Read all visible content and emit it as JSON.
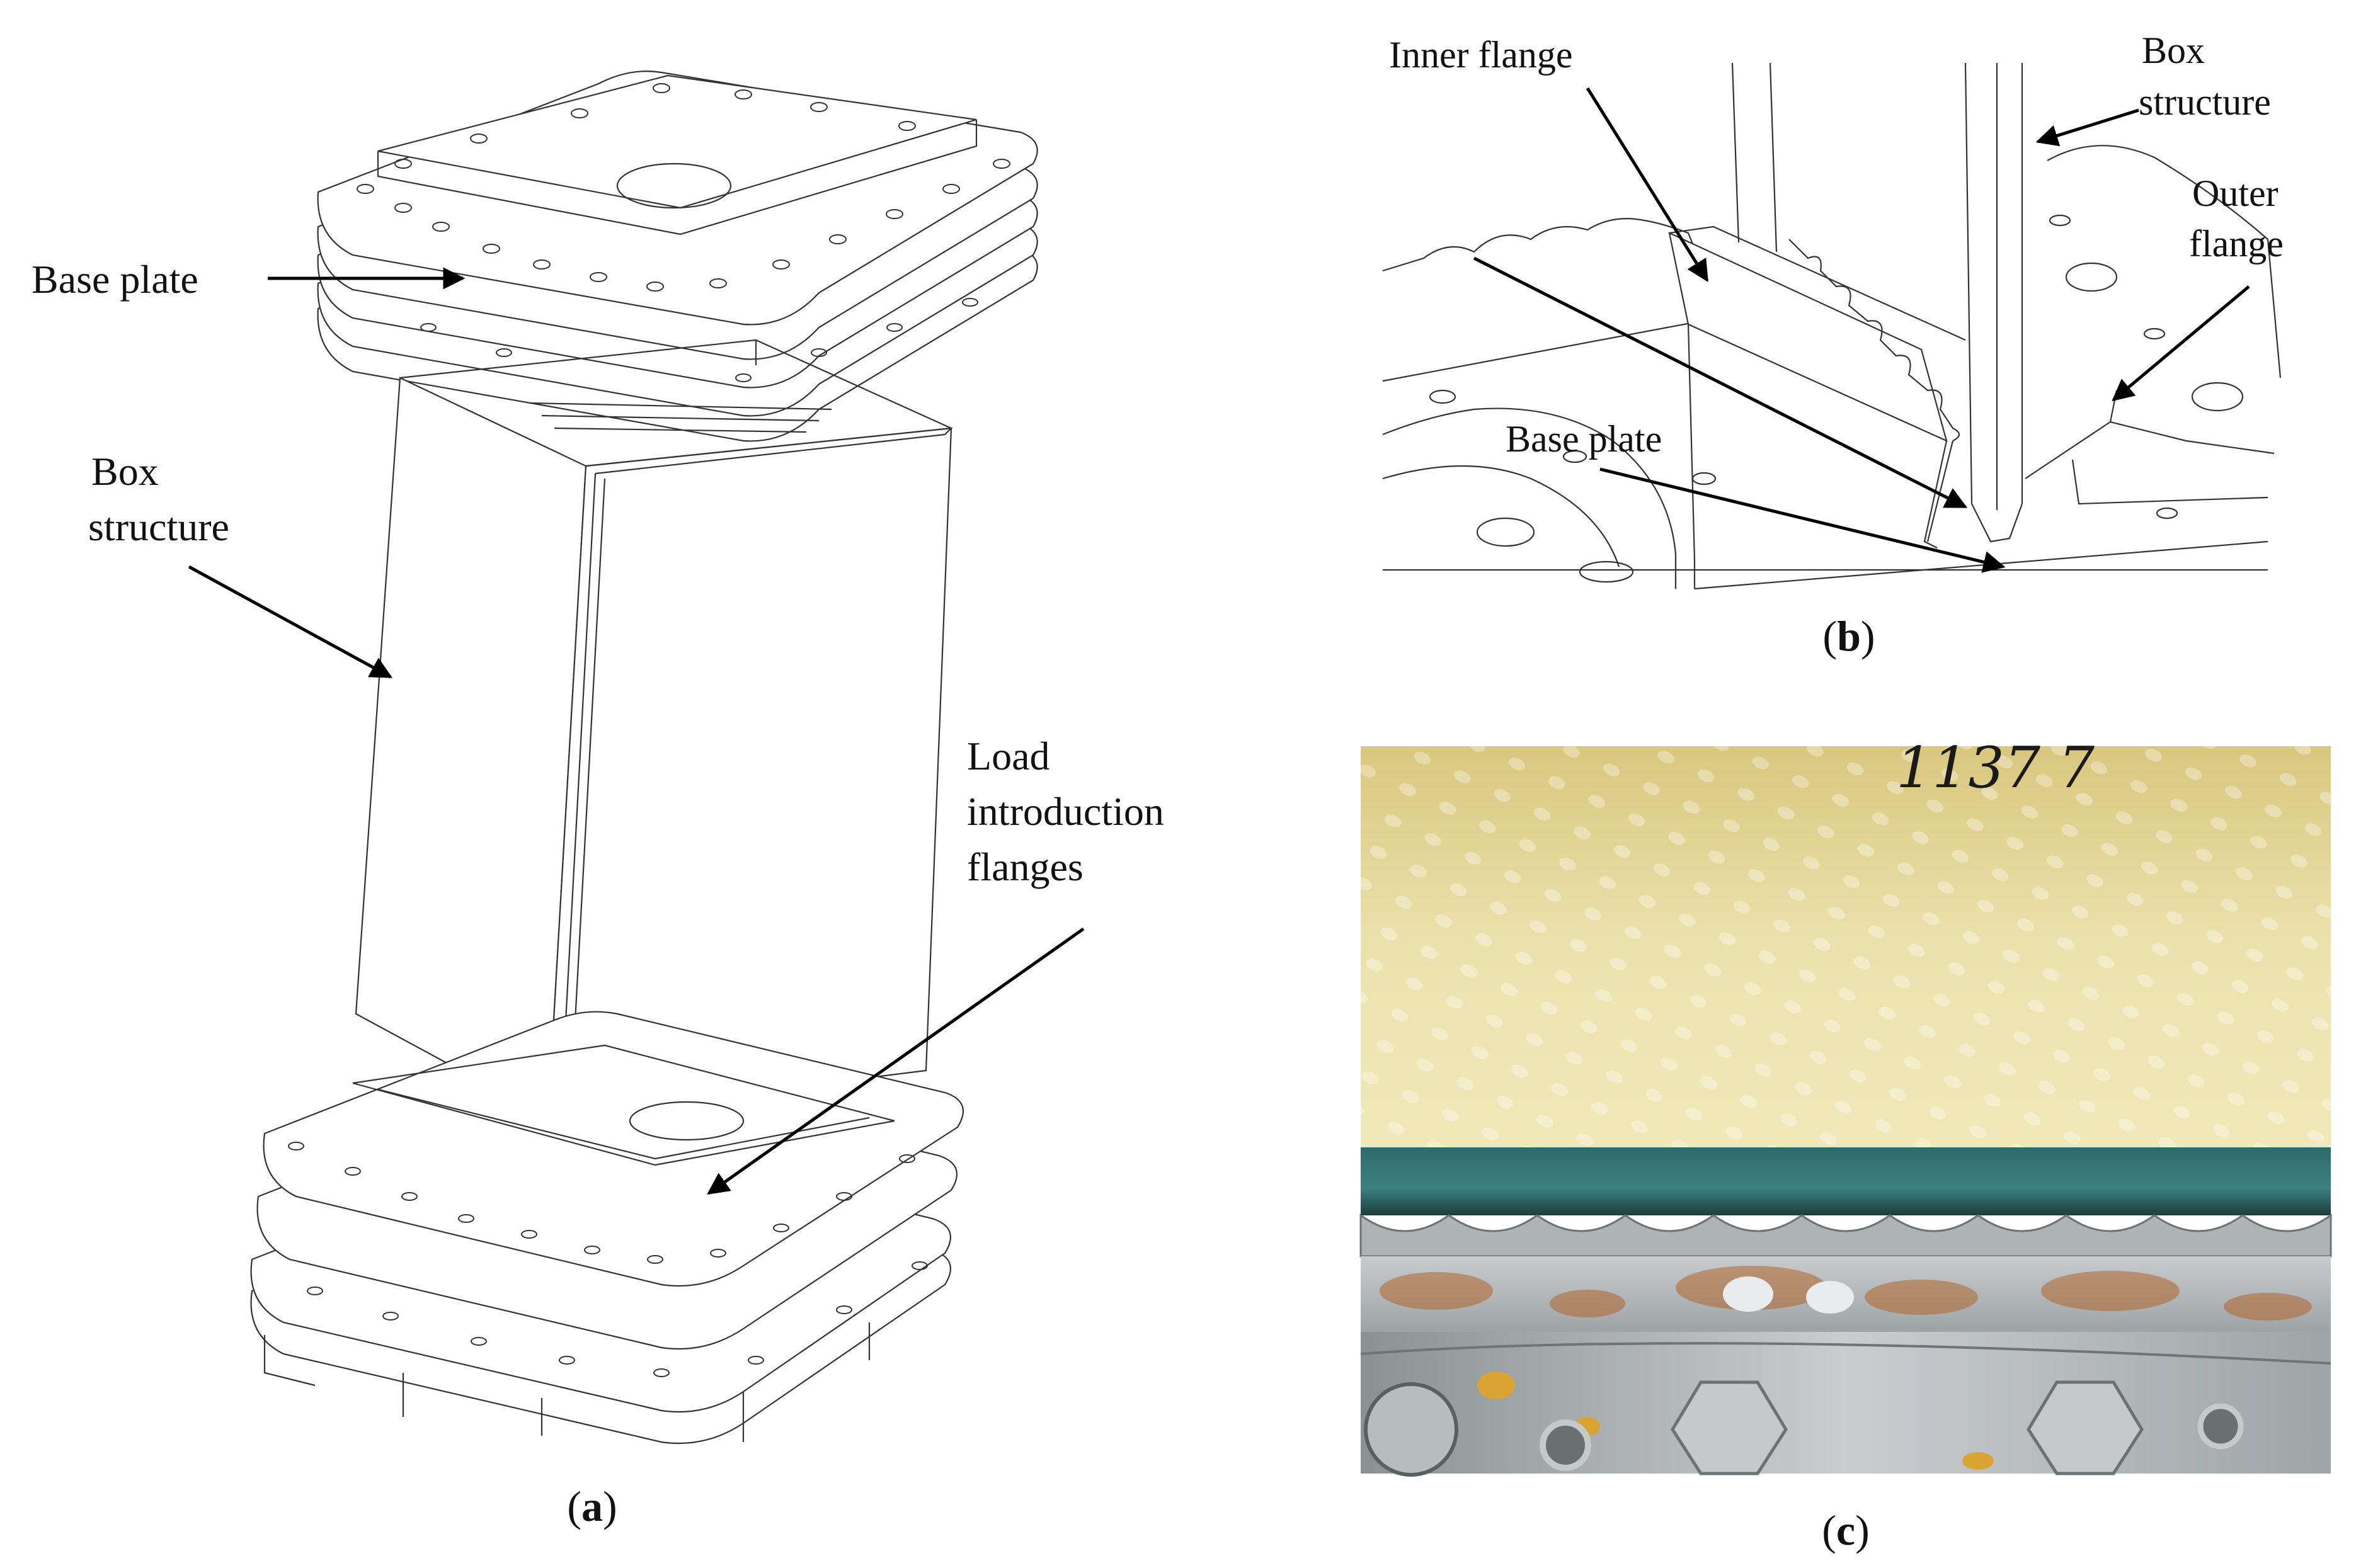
{
  "panel_a": {
    "labels": {
      "base_plate": "Base plate",
      "box_structure": [
        "Box",
        "structure"
      ],
      "load_flanges": [
        "Load",
        "introduction",
        "flanges"
      ]
    },
    "caption": {
      "open": "(",
      "letter": "a",
      "close": ")"
    }
  },
  "panel_b": {
    "labels": {
      "inner_flange": "Inner flange",
      "box_structure": [
        "Box",
        "structure"
      ],
      "outer_flange": [
        "Outer",
        "flange"
      ],
      "base_plate": "Base plate"
    },
    "caption": {
      "open": "(",
      "letter": "b",
      "close": ")"
    }
  },
  "panel_c": {
    "handwriting": "1137 7",
    "caption": {
      "open": "(",
      "letter": "c",
      "close": ")"
    }
  },
  "colors": {
    "background": "#ffffff",
    "line": "#333333",
    "composite": "#e7dba0",
    "glass_layer": "#2f6a6a",
    "aluminum": "#b9bdc0",
    "corrosion": "#b0642c"
  }
}
